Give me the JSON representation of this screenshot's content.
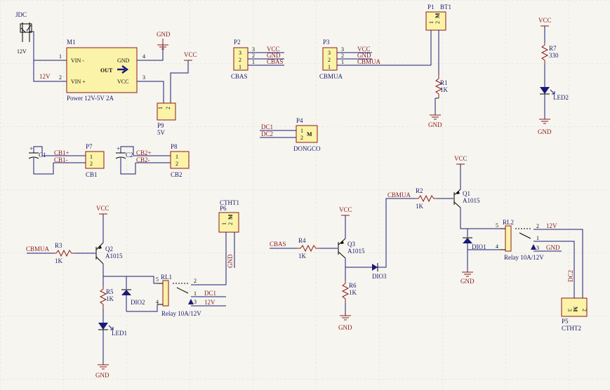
{
  "colors": {
    "background": "#f6f5ef",
    "wire": "#1a1a7a",
    "body": "#fbf3a8",
    "text": "#8b1a1a",
    "ref": "#1a1a6e"
  },
  "jdc": {
    "ref": "JDC",
    "label": "12V"
  },
  "m1": {
    "ref": "M1",
    "caption": "Power 12V-5V 2A",
    "vin_neg": "VIN -",
    "vin_pos": "VIN +",
    "gnd": "GND",
    "vcc": "VCC",
    "out": "OUT",
    "pin1": "1",
    "pin2": "2",
    "pin3": "3",
    "pin4": "4",
    "net_12v": "12V"
  },
  "p9": {
    "ref": "P9",
    "value": "5V",
    "pins": [
      "1",
      "2"
    ]
  },
  "power": {
    "gnd": "GND",
    "vcc": "VCC"
  },
  "p2": {
    "ref": "P2",
    "value": "CBAS",
    "pins": [
      "3",
      "2",
      "1"
    ],
    "nets": [
      "VCC",
      "GND",
      "CBAS"
    ]
  },
  "p3": {
    "ref": "P3",
    "value": "CBMUA",
    "pins": [
      "3",
      "2",
      "1"
    ],
    "nets": [
      "VCC",
      "GND",
      "CBMUA"
    ]
  },
  "p1": {
    "ref": "P1",
    "value": "BT1",
    "pins": [
      "1",
      "2"
    ],
    "m": "M"
  },
  "r1": {
    "ref": "R1",
    "value": "1K"
  },
  "r7": {
    "ref": "R7",
    "value": "330"
  },
  "led2": {
    "ref": "LED2"
  },
  "p4": {
    "ref": "P4",
    "value": "DONGCO",
    "pins": [
      "1",
      "2"
    ],
    "m": "M",
    "nets": [
      "DC1",
      "DC2"
    ]
  },
  "c1": {
    "ref": "C1",
    "nets": [
      "CB1+",
      "CB1-"
    ]
  },
  "p7": {
    "ref": "P7",
    "value": "CB1",
    "pins": [
      "1",
      "2"
    ]
  },
  "c2": {
    "ref": "C2",
    "nets": [
      "CB2+",
      "CB2-"
    ]
  },
  "p8": {
    "ref": "P8",
    "value": "CB2",
    "pins": [
      "1",
      "2"
    ]
  },
  "q2": {
    "ref": "Q2",
    "value": "A1015",
    "net_in": "CBMUA"
  },
  "r3": {
    "ref": "R3",
    "value": "1K"
  },
  "r5": {
    "ref": "R5",
    "value": "1K"
  },
  "led1": {
    "ref": "LED1"
  },
  "dio2": {
    "ref": "DIO2"
  },
  "rl1": {
    "ref": "RL1",
    "value": "Relay 10A/12V",
    "pins": [
      "5",
      "4",
      "2",
      "1",
      "3"
    ],
    "nets": [
      "DC1",
      "12V"
    ]
  },
  "p6": {
    "ref": "P6",
    "value": "CTHT1",
    "pins": [
      "1",
      "2"
    ],
    "m": "M",
    "net": "GND"
  },
  "r4": {
    "ref": "R4",
    "value": "1K",
    "net_in": "CBAS"
  },
  "q3": {
    "ref": "Q3",
    "value": "A1015"
  },
  "r6": {
    "ref": "R6",
    "value": "1K"
  },
  "dio3": {
    "ref": "DIO3"
  },
  "q1": {
    "ref": "Q1",
    "value": "A1015"
  },
  "r2": {
    "ref": "R2",
    "value": "1K",
    "net_in": "CBMUA"
  },
  "dio1": {
    "ref": "DIO1"
  },
  "rl2": {
    "ref": "RL2",
    "value": "Relay 10A/12V",
    "pins": [
      "5",
      "4",
      "2",
      "1",
      "3"
    ],
    "nets": [
      "12V",
      "GND"
    ]
  },
  "p5": {
    "ref": "P5",
    "value": "CTHT2",
    "pins": [
      "3",
      "2"
    ],
    "m": "M",
    "net": "DC2"
  }
}
